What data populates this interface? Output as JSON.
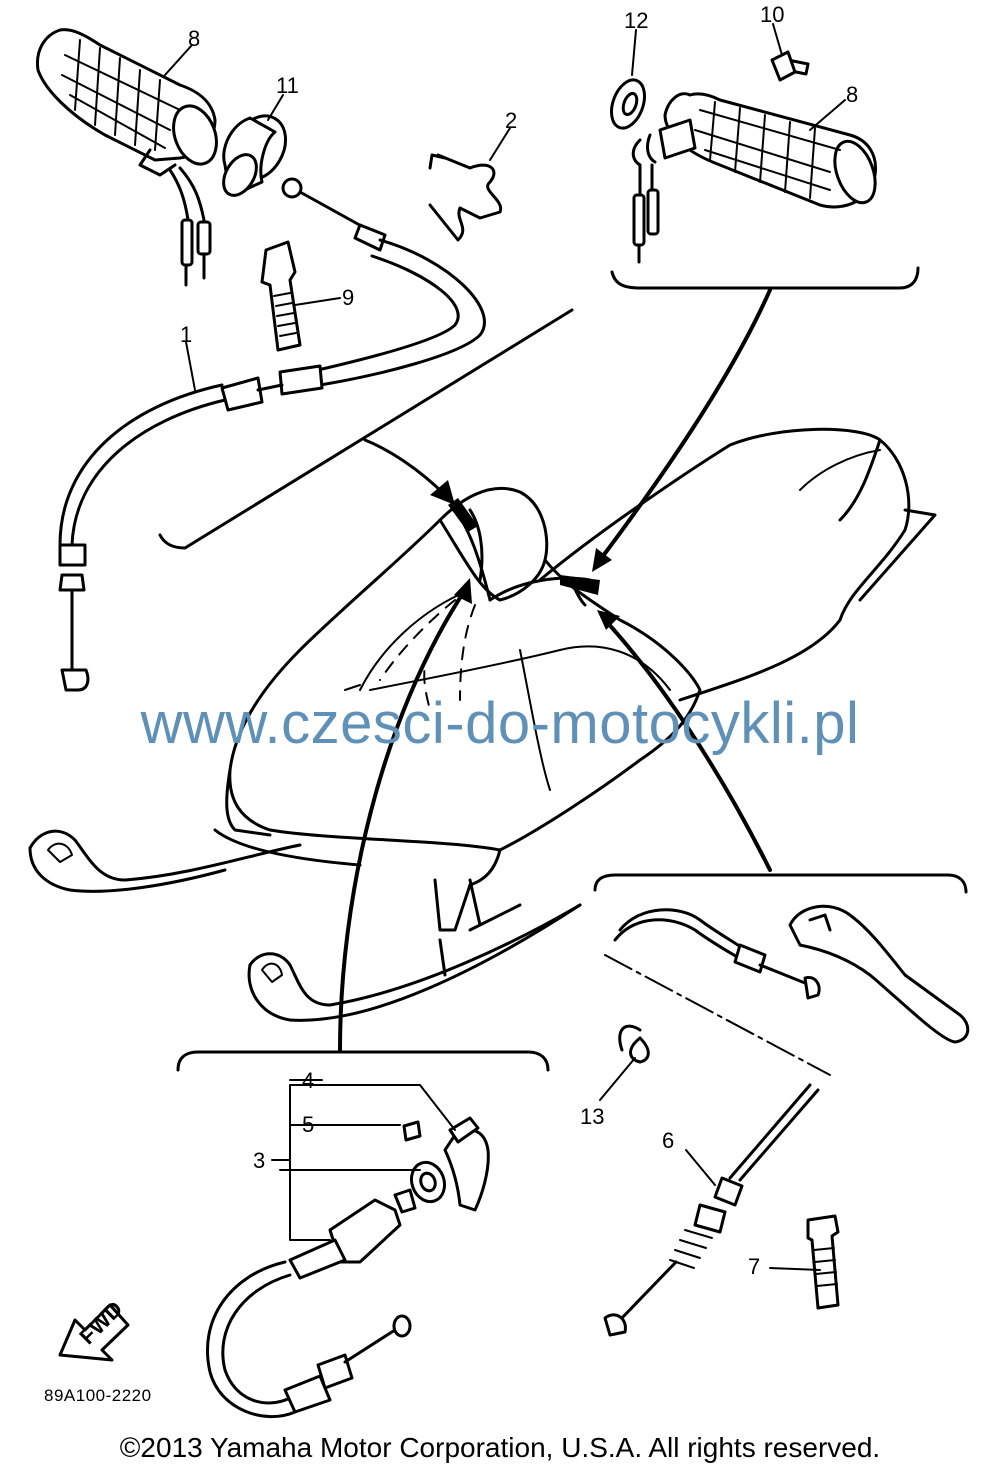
{
  "callouts": [
    {
      "id": "c1",
      "label": "1"
    },
    {
      "id": "c2",
      "label": "2"
    },
    {
      "id": "c3",
      "label": "3"
    },
    {
      "id": "c4",
      "label": "4"
    },
    {
      "id": "c5",
      "label": "5"
    },
    {
      "id": "c6",
      "label": "6"
    },
    {
      "id": "c7",
      "label": "7"
    },
    {
      "id": "c8a",
      "label": "8"
    },
    {
      "id": "c8b",
      "label": "8"
    },
    {
      "id": "c9",
      "label": "9"
    },
    {
      "id": "c10",
      "label": "10"
    },
    {
      "id": "c11",
      "label": "11"
    },
    {
      "id": "c12",
      "label": "12"
    },
    {
      "id": "c13",
      "label": "13"
    }
  ],
  "fwd_label": "FWD",
  "diagram_code": "89A100-2220",
  "watermark": "www.czesci-do-motocykli.pl",
  "copyright": "©2013 Yamaha Motor Corporation, U.S.A. All rights reserved.",
  "colors": {
    "line": "#000000",
    "watermark": "#5e90b8",
    "background": "#ffffff"
  }
}
